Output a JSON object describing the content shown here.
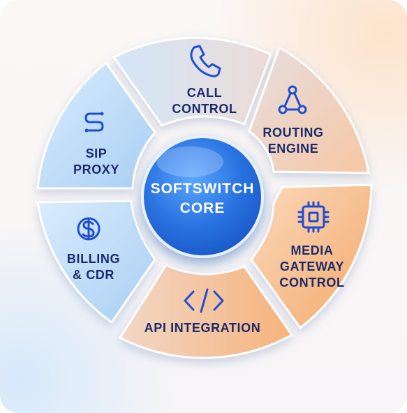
{
  "core": {
    "line1": "SOFTSWITCH",
    "line2": "CORE"
  },
  "segments": [
    {
      "line1": "CALL",
      "line2": "CONTROL",
      "icon": "phone-icon"
    },
    {
      "line1": "ROUTING",
      "line2": "ENGINE",
      "icon": "network-nodes-icon"
    },
    {
      "line1": "MEDIA",
      "line2": "GATEWAY",
      "line3": "CONTROL",
      "icon": "chip-icon"
    },
    {
      "line1": "API INTEGRATION",
      "icon": "code-brackets-icon"
    },
    {
      "line1": "BILLING",
      "line2": "& CDR",
      "icon": "dollar-coin-icon"
    },
    {
      "line1": "SIP",
      "line2": "PROXY",
      "icon": "sip-signal-icon"
    }
  ],
  "colors": {
    "blue_segment": "#bcdaf7",
    "orange_segment": "#f7c59d",
    "core_blue": "#2f7be6",
    "label_navy": "#1b2a6b",
    "icon_blue": "#1f4fd1"
  }
}
